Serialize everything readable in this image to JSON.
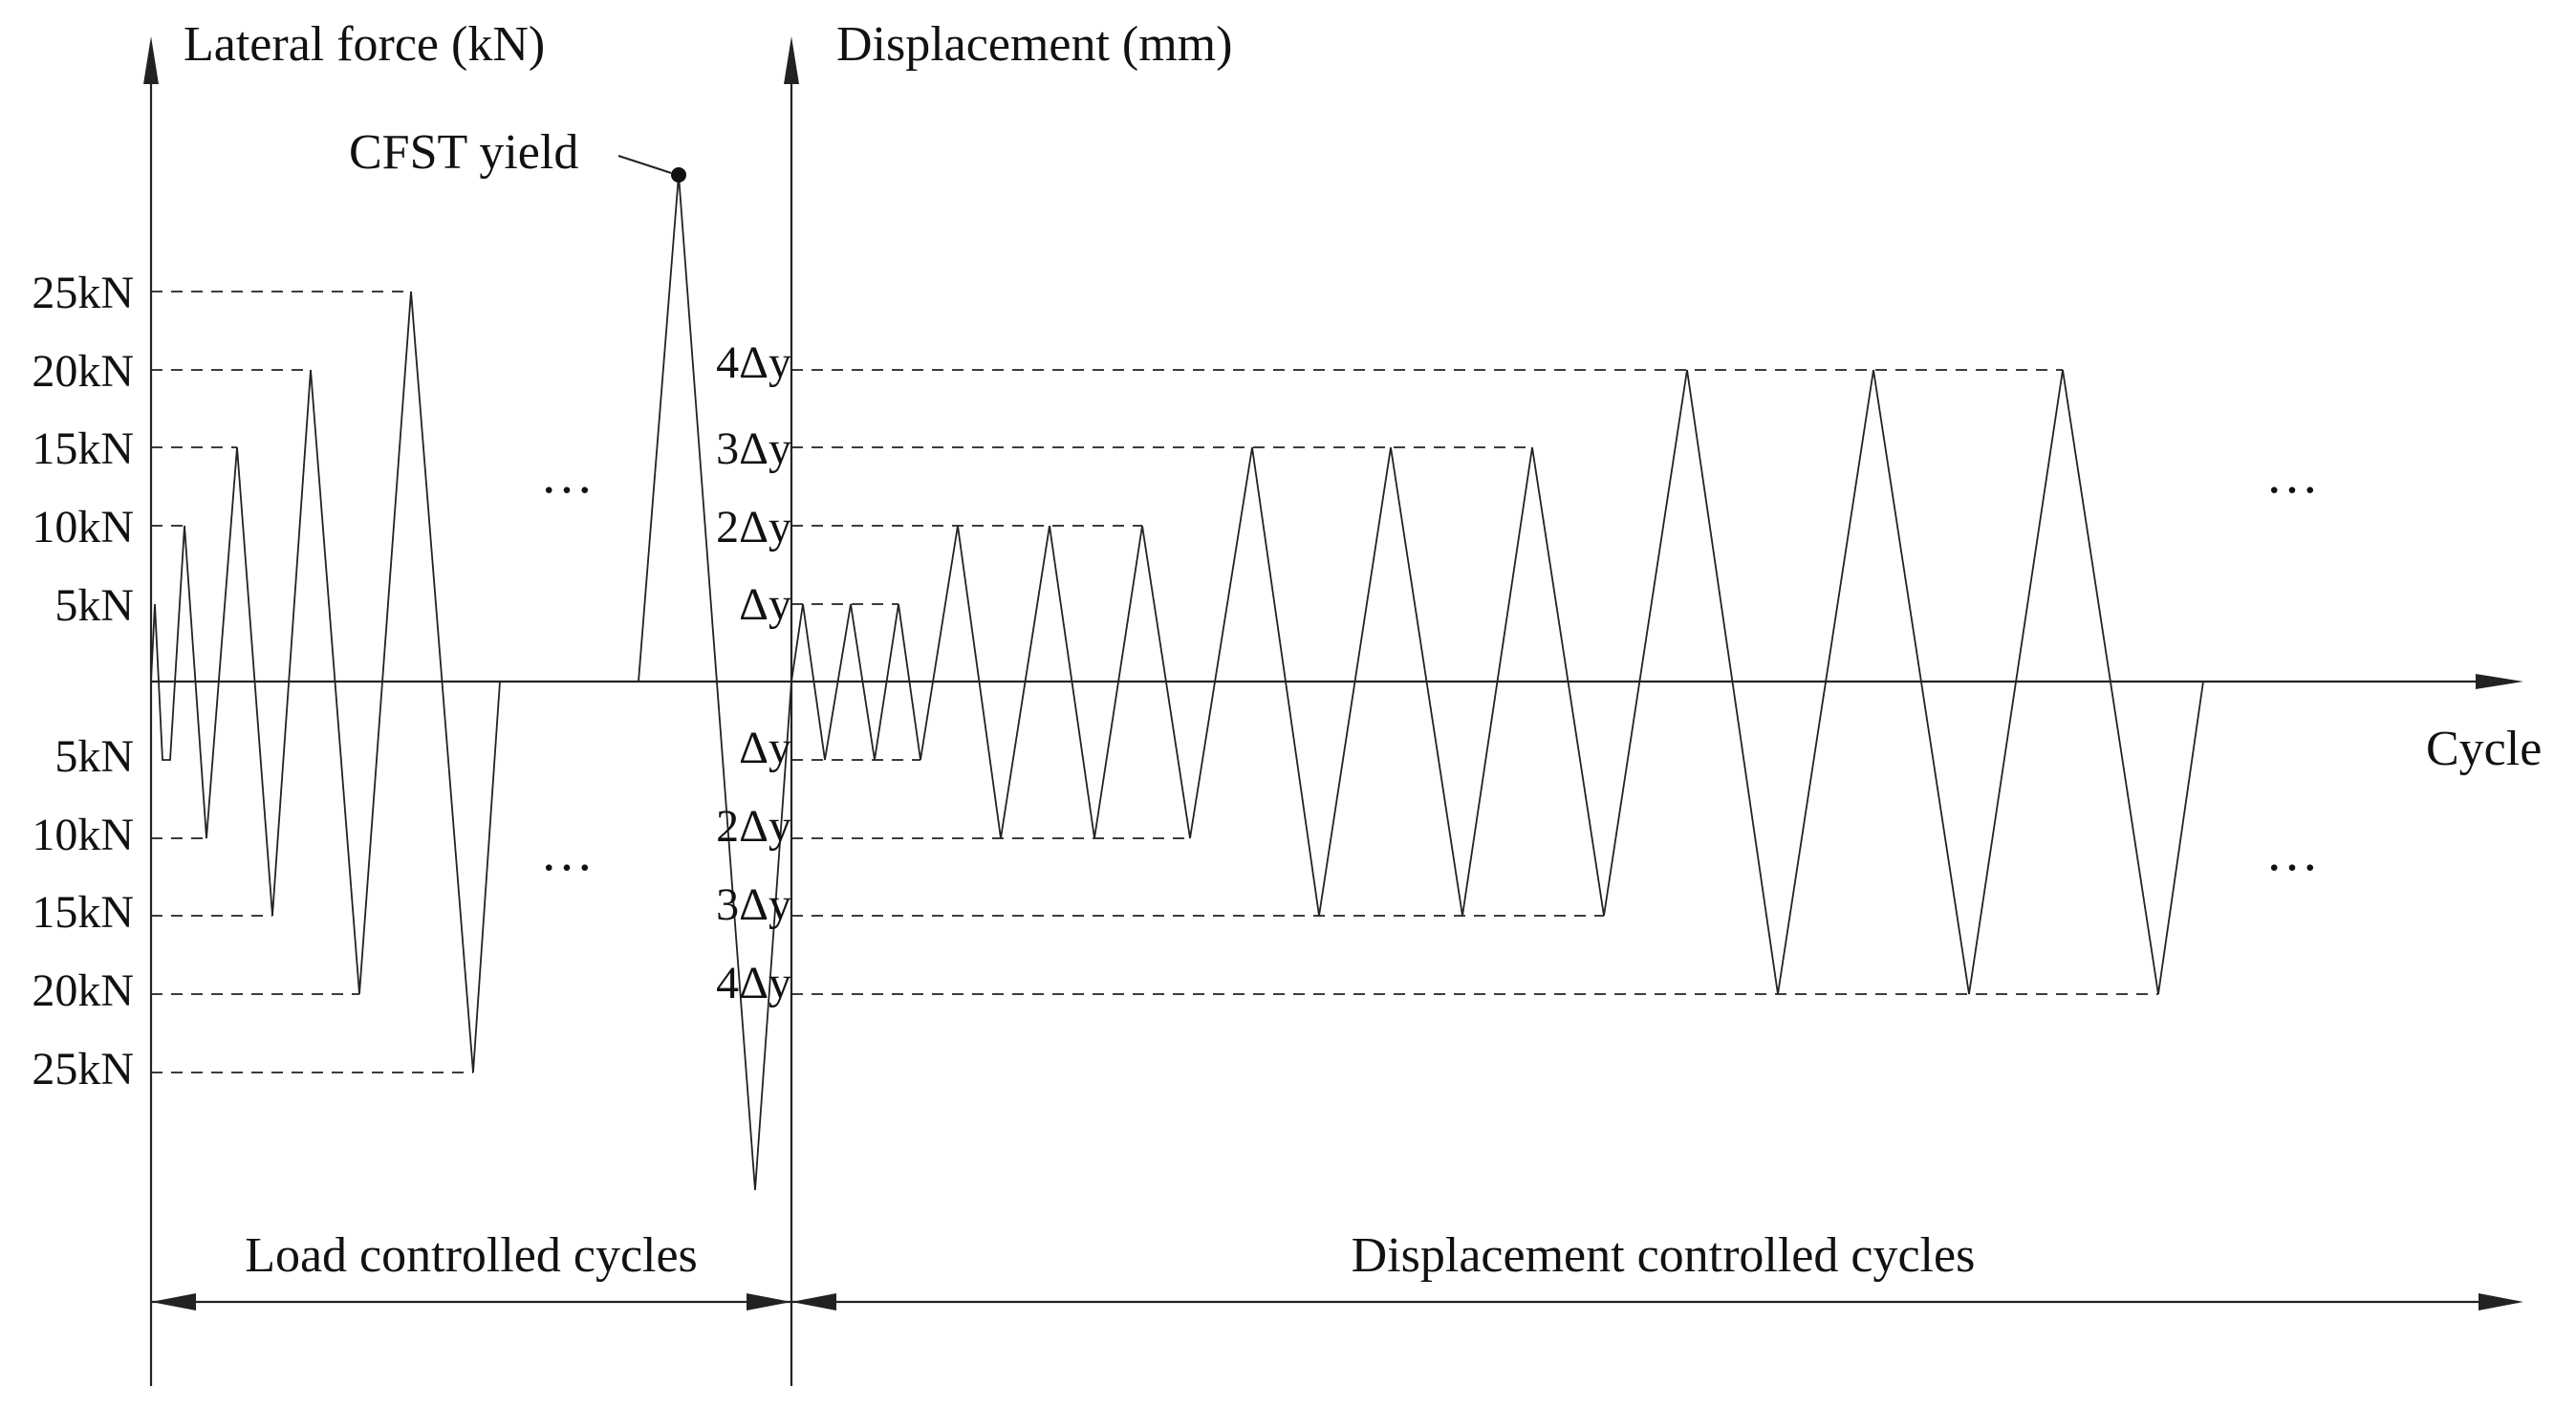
{
  "labels": {
    "force_axis": "Lateral force (kN)",
    "displacement_axis": "Displacement (mm)",
    "x_axis": "Cycle",
    "yield_point": "CFST yield",
    "ellipsis": "…",
    "load_phase": "Load controlled cycles",
    "displacement_phase": "Displacement controlled cycles"
  },
  "force_ticks_upper": [
    "25kN",
    "20kN",
    "15kN",
    "10kN",
    "5kN"
  ],
  "force_ticks_lower": [
    "5kN",
    "10kN",
    "15kN",
    "20kN",
    "25kN"
  ],
  "disp_ticks_upper": [
    "4Δy",
    "3Δy",
    "2Δy",
    "Δy"
  ],
  "disp_ticks_lower": [
    "Δy",
    "2Δy",
    "3Δy",
    "4Δy"
  ],
  "chart_data": {
    "type": "line",
    "title": "",
    "xlabel": "Cycle",
    "load_controlled": {
      "ylabel": "Lateral force (kN)",
      "amplitudes_kN": [
        5,
        10,
        15,
        20,
        25
      ],
      "cycles_per_level": 1,
      "yield_point": "CFST yield"
    },
    "displacement_controlled": {
      "ylabel": "Displacement (mm)",
      "amplitudes_Δy": [
        1,
        2,
        3,
        4
      ],
      "cycles_per_level": 3
    }
  }
}
